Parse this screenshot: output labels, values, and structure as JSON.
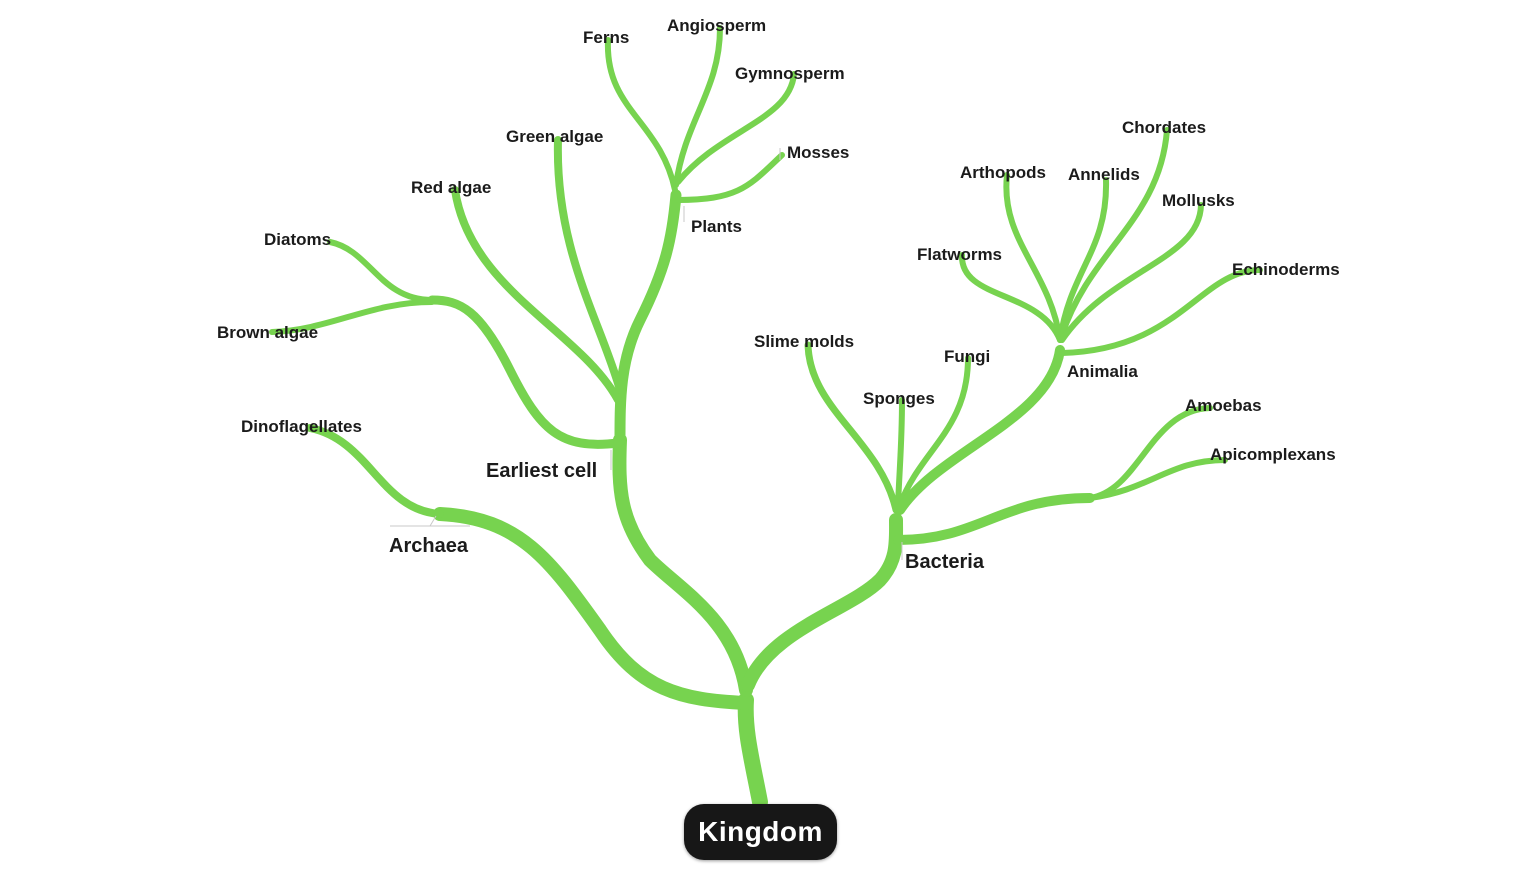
{
  "diagram": {
    "type": "mind-map tree",
    "branch_color": "#77d34f",
    "root": {
      "label": "Kingdom",
      "bg_color": "#171717",
      "text_color": "#ffffff"
    },
    "branches": [
      {
        "label": "Archaea",
        "children": [
          {
            "label": "Dinoflagellates"
          }
        ]
      },
      {
        "label": "Earliest cell",
        "children": [
          {
            "label": "Diatoms"
          },
          {
            "label": "Brown algae"
          },
          {
            "label": "Red algae"
          },
          {
            "label": "Green algae"
          },
          {
            "label": "Plants",
            "children": [
              {
                "label": "Ferns"
              },
              {
                "label": "Angiosperm"
              },
              {
                "label": "Gymnosperm"
              },
              {
                "label": "Mosses"
              }
            ]
          }
        ]
      },
      {
        "label": "Bacteria",
        "children": [
          {
            "label": "Slime molds"
          },
          {
            "label": "Sponges"
          },
          {
            "label": "Fungi"
          },
          {
            "label": "Animalia",
            "children": [
              {
                "label": "Flatworms"
              },
              {
                "label": "Arthopods"
              },
              {
                "label": "Annelids"
              },
              {
                "label": "Chordates"
              },
              {
                "label": "Mollusks"
              },
              {
                "label": "Echinoderms"
              }
            ]
          },
          {
            "label": "Amoebas"
          },
          {
            "label": "Apicomplexans"
          }
        ]
      }
    ]
  }
}
